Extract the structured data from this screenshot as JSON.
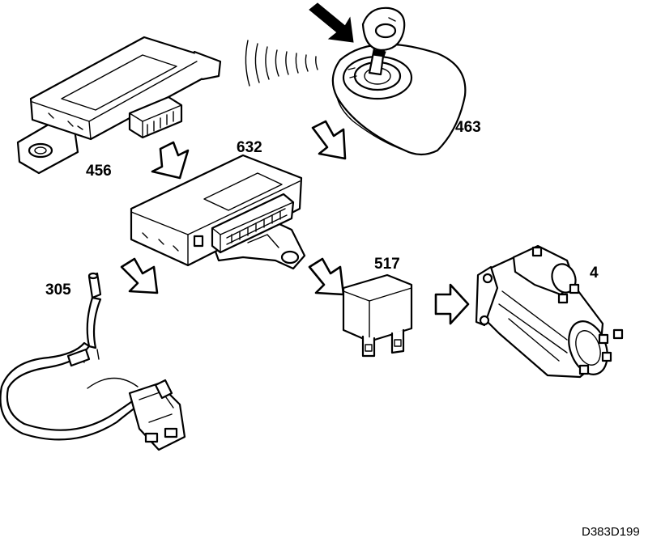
{
  "labels": {
    "antenna_module": "456",
    "ignition_switch": "463",
    "control_module": "632",
    "relay": "517",
    "starter_motor": "4",
    "sensor": "305"
  },
  "figure_ref": "D383D199",
  "icons": [
    "antenna-module-icon",
    "ignition-switch-icon",
    "key-icon",
    "control-module-icon",
    "relay-icon",
    "starter-motor-icon",
    "temperature-sensor-icon",
    "signal-waves-icon",
    "flow-arrow-icon",
    "insert-arrow-icon"
  ]
}
